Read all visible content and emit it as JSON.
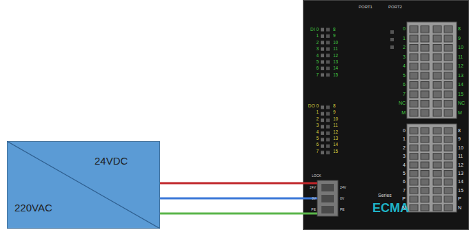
{
  "diagram": {
    "nodes": [
      {
        "text": [
          "24VDC",
          "220VAC"
        ]
      },
      {
        "text": [
          "ECMA"
        ]
      }
    ],
    "edges": [
      {
        "from": 0,
        "to": 1,
        "arrow": "none"
      },
      {
        "from": 0,
        "to": 1,
        "arrow": "none"
      },
      {
        "from": 0,
        "to": 1,
        "arrow": "none"
      }
    ],
    "labels": [
      "PORT1",
      "PORT2",
      "DI 0",
      "1",
      "2",
      "3",
      "4",
      "5",
      "6",
      "7",
      "8",
      "9",
      "10",
      "11",
      "12",
      "13",
      "14",
      "15",
      "DO 0",
      "1",
      "2",
      "3",
      "4",
      "5",
      "6",
      "7",
      "8",
      "9",
      "10",
      "11",
      "12",
      "13",
      "14",
      "15",
      "0",
      "1",
      "2",
      "3",
      "4",
      "5",
      "6",
      "7",
      "NC",
      "M",
      "8",
      "9",
      "10",
      "11",
      "12",
      "13",
      "14",
      "15",
      "NC",
      "M",
      "0",
      "1",
      "2",
      "3",
      "4",
      "5",
      "6",
      "7",
      "P",
      "N",
      "8",
      "9",
      "10",
      "11",
      "12",
      "13",
      "14",
      "15",
      "P",
      "N",
      "24V",
      "0V",
      "PE",
      "24V",
      "0V",
      "PE",
      "LOCK",
      "Series"
    ]
  }
}
